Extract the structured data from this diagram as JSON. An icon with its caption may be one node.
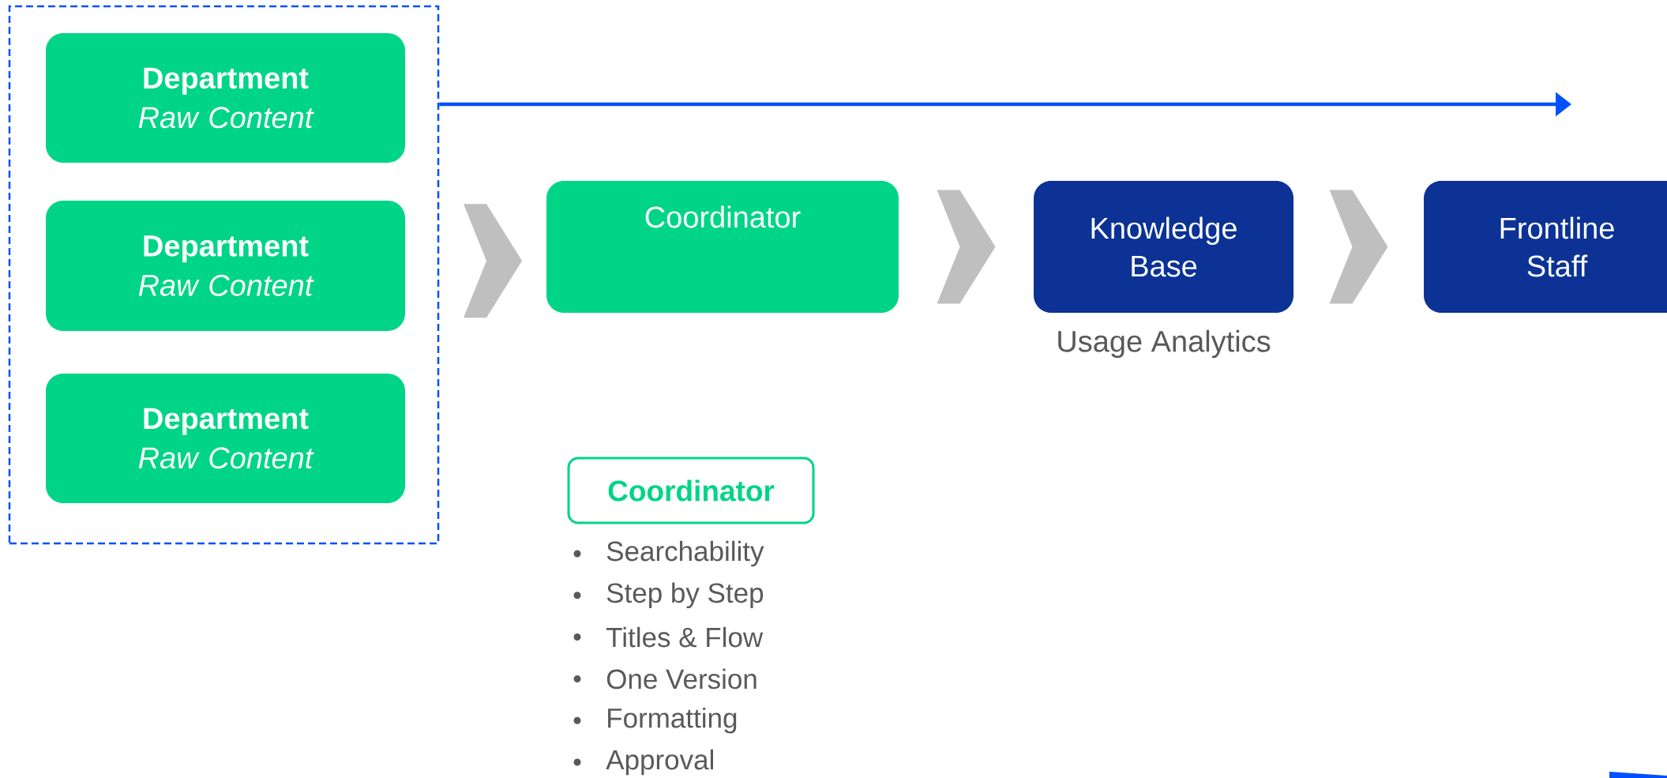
{
  "diagram": {
    "nodes": [
      {
        "text": [],
        "shape": "box"
      },
      {
        "text": [
          "Department",
          "Raw Content"
        ],
        "in": 0
      },
      {
        "text": [
          "Department",
          "Raw Content"
        ],
        "in": 0
      },
      {
        "text": [
          "Department",
          "Raw Content"
        ],
        "in": 0
      },
      {
        "text": [
          "Coordinator"
        ]
      },
      {
        "text": [
          "Knowledge Base"
        ],
        "beside": [
          "Usage Analytics"
        ]
      },
      {
        "text": [
          "Frontline Staff"
        ]
      },
      {
        "text": [
          "Coordinator"
        ]
      }
    ],
    "edges": [
      {
        "from": 0,
        "to": 4,
        "arrow": "to"
      },
      {
        "from": 4,
        "to": 5,
        "arrow": "to"
      },
      {
        "from": 5,
        "to": 6,
        "arrow": "to"
      },
      {
        "from": 0,
        "to": null,
        "arrow": "to",
        "color": "#0050ff"
      }
    ],
    "labels": [
      "Searchability",
      "Step by Step",
      "Titles & Flow",
      "One Version",
      "Formatting",
      "Approval"
    ]
  }
}
